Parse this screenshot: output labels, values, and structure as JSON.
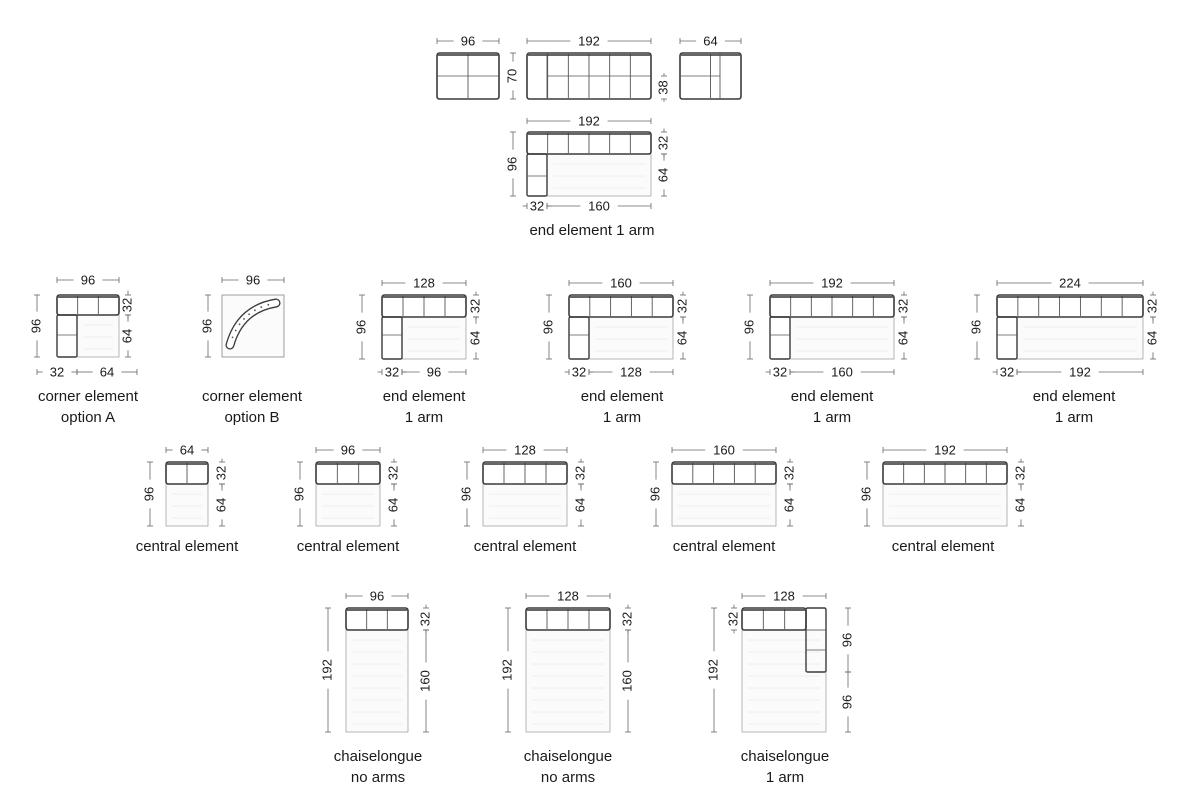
{
  "top_row": {
    "armrest_width": "96",
    "backrest_width": "192",
    "side_width": "64",
    "height": "70",
    "height_low": "38"
  },
  "top_end": {
    "width": "192",
    "depth": "96",
    "back": "32",
    "seat": "64",
    "arm": "32",
    "seat_width": "160",
    "caption": "end element 1 arm"
  },
  "row2": [
    {
      "width": "96",
      "depth": "96",
      "back": "32",
      "seat": "64",
      "arm": "32",
      "seat_width": "64",
      "caption1": "corner element",
      "caption2": "option A"
    },
    {
      "width": "96",
      "depth": "96",
      "caption1": "corner element",
      "caption2": "option B"
    },
    {
      "width": "128",
      "depth": "96",
      "back": "32",
      "seat": "64",
      "arm": "32",
      "seat_width": "96",
      "caption1": "end element",
      "caption2": "1 arm"
    },
    {
      "width": "160",
      "depth": "96",
      "back": "32",
      "seat": "64",
      "arm": "32",
      "seat_width": "128",
      "caption1": "end element",
      "caption2": "1 arm"
    },
    {
      "width": "192",
      "depth": "96",
      "back": "32",
      "seat": "64",
      "arm": "32",
      "seat_width": "160",
      "caption1": "end element",
      "caption2": "1 arm"
    },
    {
      "width": "224",
      "depth": "96",
      "back": "32",
      "seat": "64",
      "arm": "32",
      "seat_width": "192",
      "caption1": "end element",
      "caption2": "1 arm"
    }
  ],
  "row3": [
    {
      "width": "64",
      "depth": "96",
      "back": "32",
      "seat": "64",
      "caption": "central element"
    },
    {
      "width": "96",
      "depth": "96",
      "back": "32",
      "seat": "64",
      "caption": "central element"
    },
    {
      "width": "128",
      "depth": "96",
      "back": "32",
      "seat": "64",
      "caption": "central element"
    },
    {
      "width": "160",
      "depth": "96",
      "back": "32",
      "seat": "64",
      "caption": "central element"
    },
    {
      "width": "192",
      "depth": "96",
      "back": "32",
      "seat": "64",
      "caption": "central element"
    }
  ],
  "row4": [
    {
      "width": "96",
      "depth": "192",
      "back": "32",
      "seat": "160",
      "caption1": "chaiselongue",
      "caption2": "no arms"
    },
    {
      "width": "128",
      "depth": "192",
      "back": "32",
      "seat": "160",
      "caption1": "chaiselongue",
      "caption2": "no arms"
    },
    {
      "width": "128",
      "depth": "192",
      "back": "32",
      "arm_depth1": "96",
      "arm_depth2": "96",
      "caption1": "chaiselongue",
      "caption2": "1 arm"
    }
  ]
}
